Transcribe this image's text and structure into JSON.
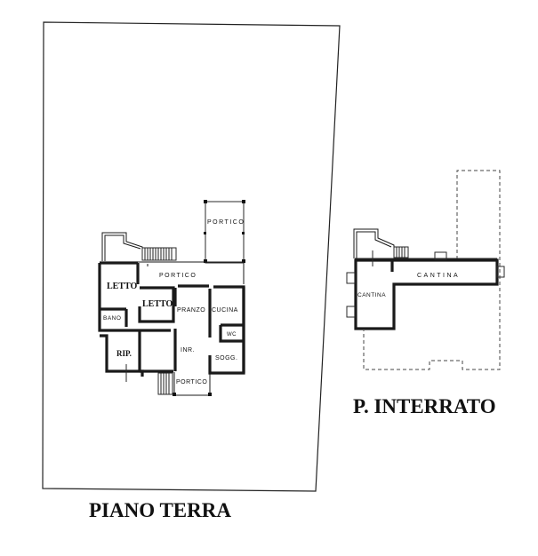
{
  "drawings": {
    "ground_floor": {
      "title": "PIANO TERRA",
      "rooms": {
        "portico_top": "PORTICO",
        "portico_main": "PORTICO",
        "letto_1": "LETTO",
        "letto_2": "LETTO",
        "bano": "BANO",
        "pranzo": "PRANZO",
        "cucina": "CUCINA",
        "wc": "WC",
        "rip": "RIP.",
        "ingr": "INR.",
        "sogg": "SOGG.",
        "portico_bottom": "PORTICO"
      }
    },
    "basement": {
      "title": "P. INTERRATO",
      "rooms": {
        "cantina_main": "CANTINA",
        "cantina_left": "CANTINA"
      }
    }
  },
  "colors": {
    "ink": "#1a1a1a",
    "paper": "#ffffff"
  }
}
